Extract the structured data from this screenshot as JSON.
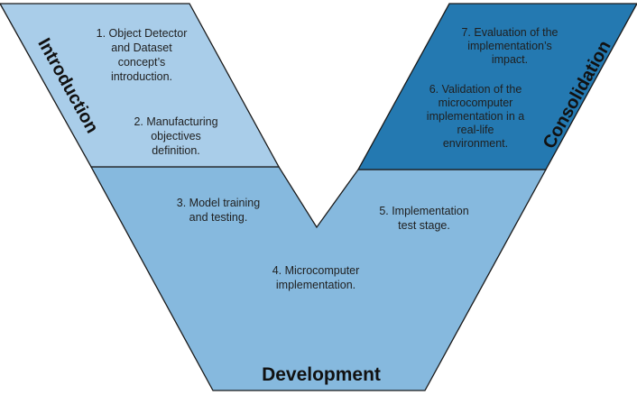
{
  "colors": {
    "introduction_fill": "#a9cde9",
    "development_fill": "#86b9de",
    "consolidation_fill": "#2479b1",
    "border": "#1a1a1a",
    "text": "#1f1f1f"
  },
  "phases": {
    "introduction": "Introduction",
    "development": "Development",
    "consolidation": "Consolidation"
  },
  "steps": [
    {
      "number": 1,
      "lines": [
        "1. Object Detector",
        "and Dataset",
        "concept’s",
        "introduction."
      ]
    },
    {
      "number": 2,
      "lines": [
        "2. Manufacturing",
        "objectives",
        "definition."
      ]
    },
    {
      "number": 3,
      "lines": [
        "3. Model training",
        "and testing."
      ]
    },
    {
      "number": 4,
      "lines": [
        "4. Microcomputer",
        "implementation."
      ]
    },
    {
      "number": 5,
      "lines": [
        "5. Implementation",
        "test stage."
      ]
    },
    {
      "number": 6,
      "lines": [
        "6. Validation of the",
        "microcomputer",
        "implementation in a",
        "real-life",
        "environment."
      ]
    },
    {
      "number": 7,
      "lines": [
        "7. Evaluation of the",
        "implementation’s",
        "impact."
      ]
    }
  ]
}
